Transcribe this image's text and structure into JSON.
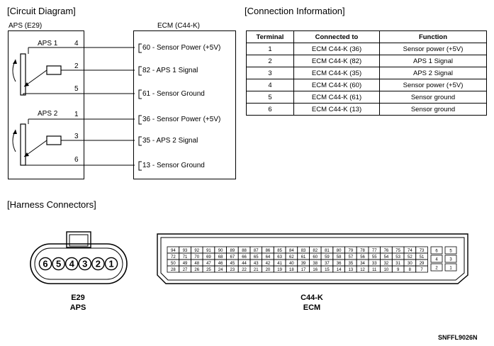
{
  "circuit": {
    "title": "[Circuit Diagram]",
    "aps_box_label": "APS (E29)",
    "ecm_box_label": "ECM (C44-K)",
    "aps1_label": "APS 1",
    "aps2_label": "APS 2",
    "pins": [
      {
        "pin": "4",
        "ecm": "60 - Sensor Power (+5V)"
      },
      {
        "pin": "2",
        "ecm": "82 - APS 1 Signal"
      },
      {
        "pin": "5",
        "ecm": "61 - Sensor Ground"
      },
      {
        "pin": "1",
        "ecm": "36 - Sensor Power  (+5V)"
      },
      {
        "pin": "3",
        "ecm": "35 - APS 2 Signal"
      },
      {
        "pin": "6",
        "ecm": "13 - Sensor Ground"
      }
    ]
  },
  "connection": {
    "title": "[Connection Information]",
    "headers": [
      "Terminal",
      "Connected to",
      "Function"
    ],
    "rows": [
      [
        "1",
        "ECM C44-K (36)",
        "Sensor power (+5V)"
      ],
      [
        "2",
        "ECM C44-K (82)",
        "APS 1 Signal"
      ],
      [
        "3",
        "ECM C44-K (35)",
        "APS 2 Signal"
      ],
      [
        "4",
        "ECM C44-K (60)",
        "Sensor power (+5V)"
      ],
      [
        "5",
        "ECM C44-K (61)",
        "Sensor ground"
      ],
      [
        "6",
        "ECM C44-K (13)",
        "Sensor ground"
      ]
    ]
  },
  "harness": {
    "title": "[Harness Connectors]",
    "e29_pins": [
      "6",
      "5",
      "4",
      "3",
      "2",
      "1"
    ],
    "e29_label1": "E29",
    "e29_label2": "APS",
    "c44_rows": [
      [
        "94",
        "93",
        "92",
        "91",
        "90",
        "89",
        "88",
        "87",
        "86",
        "85",
        "84",
        "83",
        "82",
        "81",
        "80",
        "79",
        "78",
        "77",
        "76",
        "75",
        "74",
        "73"
      ],
      [
        "72",
        "71",
        "70",
        "69",
        "68",
        "67",
        "66",
        "65",
        "64",
        "63",
        "62",
        "61",
        "60",
        "59",
        "58",
        "57",
        "56",
        "55",
        "54",
        "53",
        "52",
        "51"
      ],
      [
        "50",
        "49",
        "48",
        "47",
        "46",
        "45",
        "44",
        "43",
        "42",
        "41",
        "40",
        "39",
        "38",
        "37",
        "36",
        "35",
        "34",
        "33",
        "32",
        "31",
        "30",
        "29"
      ],
      [
        "28",
        "27",
        "26",
        "25",
        "24",
        "23",
        "22",
        "21",
        "20",
        "19",
        "18",
        "17",
        "16",
        "15",
        "14",
        "13",
        "12",
        "11",
        "10",
        "9",
        "8",
        "7"
      ]
    ],
    "c44_side": [
      "6",
      "5",
      "4",
      "3",
      "2",
      "1"
    ],
    "c44_label1": "C44-K",
    "c44_label2": "ECM"
  },
  "figure_code": "SNFFL9026N"
}
